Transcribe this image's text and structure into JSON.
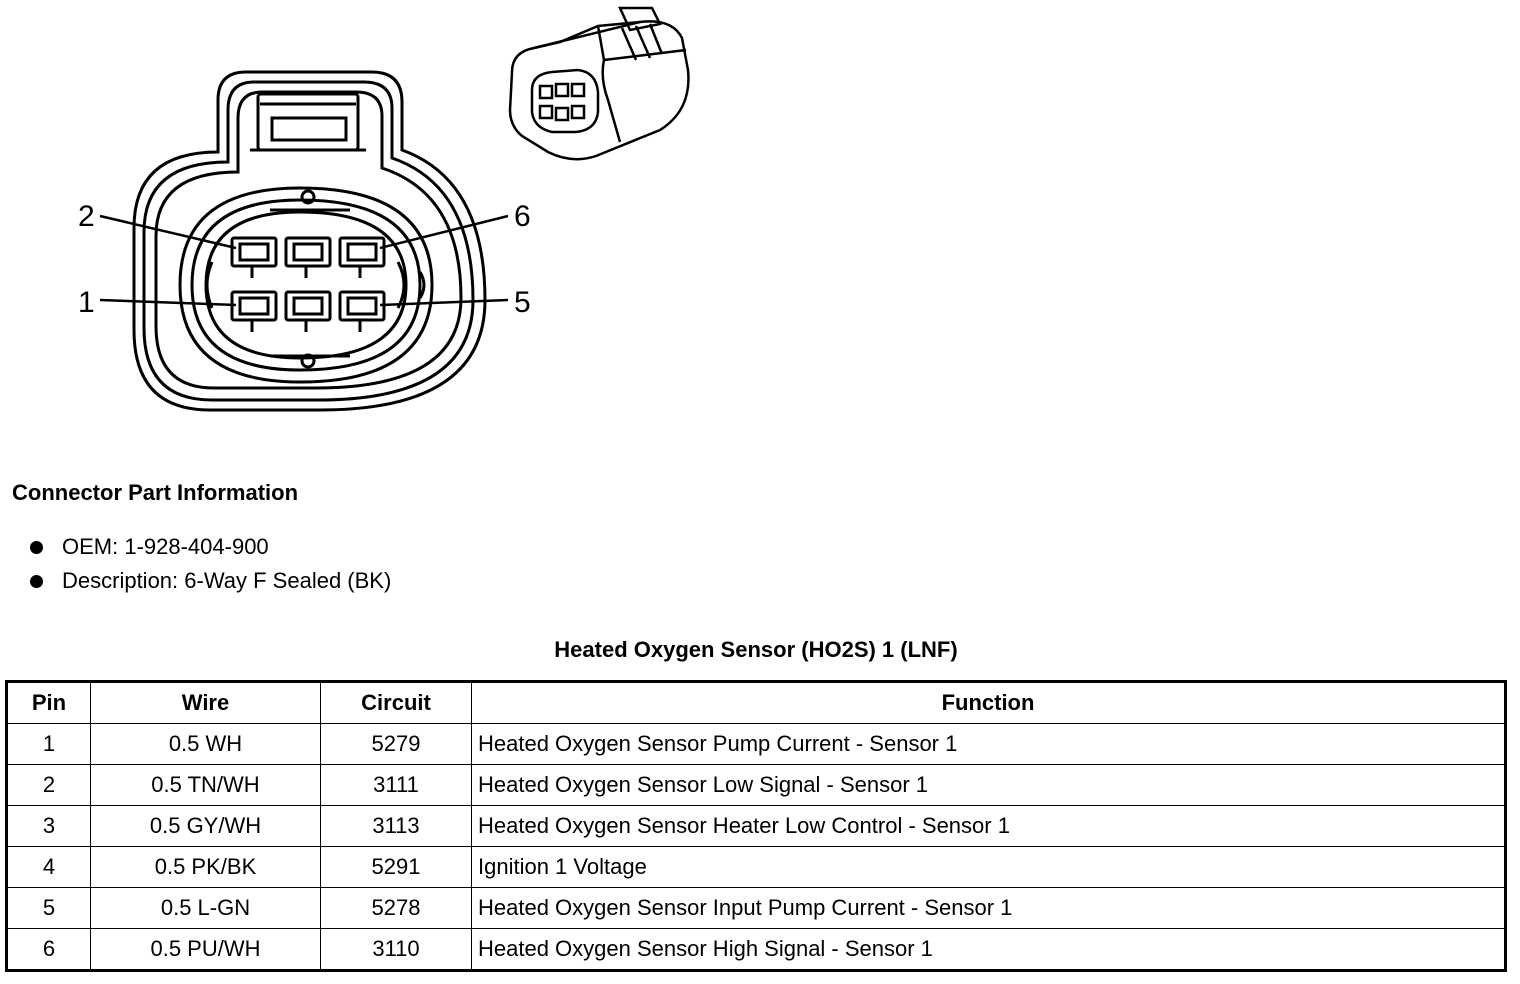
{
  "diagram": {
    "pin_labels": {
      "p1": "1",
      "p2": "2",
      "p5": "5",
      "p6": "6"
    }
  },
  "part_info": {
    "title": "Connector Part Information",
    "items": [
      "OEM: 1-928-404-900",
      "Description: 6-Way F Sealed (BK)"
    ]
  },
  "table": {
    "title": "Heated Oxygen Sensor (HO2S) 1 (LNF)",
    "headers": [
      "Pin",
      "Wire",
      "Circuit",
      "Function"
    ],
    "rows": [
      [
        "1",
        "0.5 WH",
        "5279",
        "Heated Oxygen Sensor Pump Current - Sensor 1"
      ],
      [
        "2",
        "0.5 TN/WH",
        "3111",
        "Heated Oxygen Sensor Low Signal - Sensor 1"
      ],
      [
        "3",
        "0.5 GY/WH",
        "3113",
        "Heated Oxygen Sensor Heater Low Control - Sensor 1"
      ],
      [
        "4",
        "0.5 PK/BK",
        "5291",
        "Ignition 1 Voltage"
      ],
      [
        "5",
        "0.5 L-GN",
        "5278",
        "Heated Oxygen Sensor Input Pump Current - Sensor 1"
      ],
      [
        "6",
        "0.5 PU/WH",
        "3110",
        "Heated Oxygen Sensor High Signal - Sensor 1"
      ]
    ]
  }
}
